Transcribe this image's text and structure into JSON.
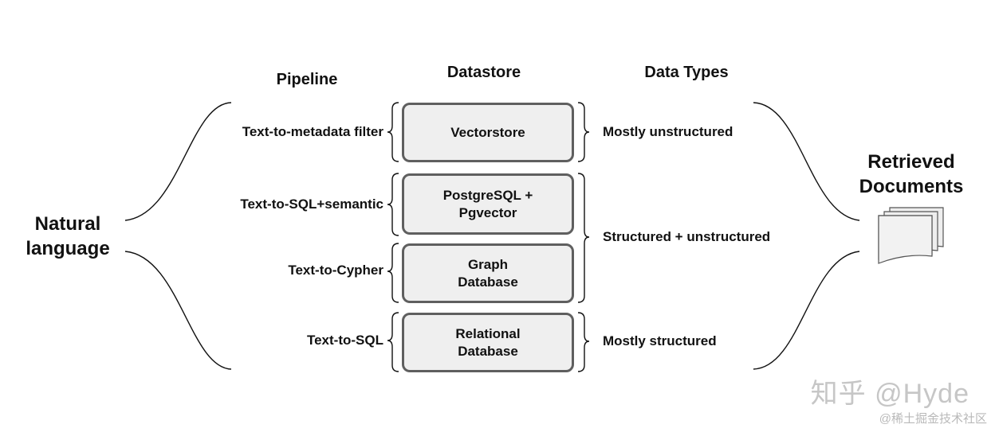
{
  "input": {
    "title": "Natural\nlanguage"
  },
  "output": {
    "title": "Retrieved\nDocuments",
    "icon": "documents-stack-icon"
  },
  "columns": {
    "pipeline": "Pipeline",
    "datastore": "Datastore",
    "data_types": "Data Types"
  },
  "pipelines": [
    "Text-to-metadata filter",
    "Text-to-SQL+semantic",
    "Text-to-Cypher",
    "Text-to-SQL"
  ],
  "datastores": [
    "Vectorstore",
    "PostgreSQL +\nPgvector",
    "Graph\nDatabase",
    "Relational\nDatabase"
  ],
  "data_types": [
    "Mostly unstructured",
    "Structured + unstructured",
    "Mostly structured"
  ],
  "watermark": {
    "main": "知乎 @Hyde",
    "sub": "@稀土掘金技术社区"
  },
  "colors": {
    "box_border": "#5f5f5f",
    "box_fill": "#efefef",
    "line": "#111111"
  }
}
